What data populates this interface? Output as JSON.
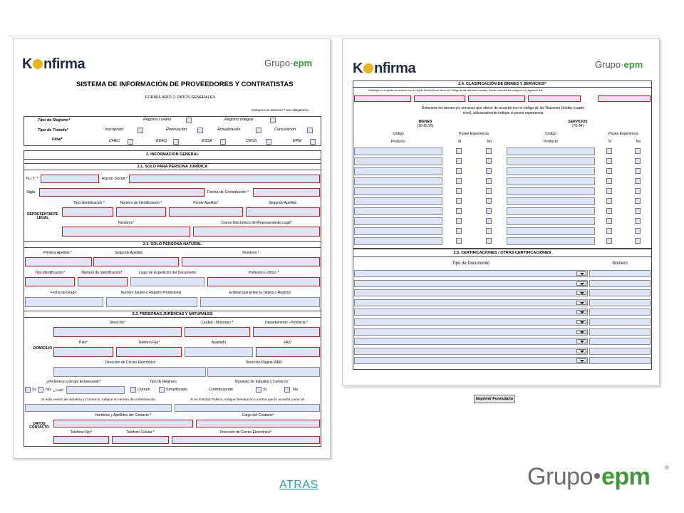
{
  "form1": {
    "logo": "Konfirma",
    "brand": "Grupo·epm",
    "title": "SISTEMA DE INFORMACIÓN DE PROVEEDORES Y CONTRATISTAS",
    "subtitle": "FORMULARIO 2: DATOS GENERALES",
    "note": "Campos con asterisco * son obligatorios",
    "tipo_registro": "Tipo de Registro*",
    "registro_liviano": "Registro Liviano",
    "registro_integral": "Registro Integral",
    "tipo_tramite": "Tipo de Trámite*",
    "inscripcion": "Inscripción",
    "renovacion": "Renovación",
    "actualizacion": "Actualización",
    "cancelacion": "Cancelación",
    "filial": "Filial*",
    "filiales": [
      "CHEC",
      "EDEQ",
      "ESSA",
      "CENS",
      "EPM"
    ],
    "sec2": "2. INFORMACION GENERAL",
    "sec21": "2.1. SOLO PARA PERSONA JURÍDICA",
    "nit": "N.I.T. *",
    "razon": "Razón Social *",
    "sigla": "Sigla",
    "fecha_const": "Fecha de Constitución *",
    "rep_legal": "REPRESENTANTE LEGAL",
    "tipo_id": "Tipo Identificación *",
    "num_id": "Número de Identificación *",
    "primer_ap": "Primer Apellido*",
    "segundo_ap": "Segundo Apellido",
    "nombres": "Nombres*",
    "correo_rep": "Correo Electrónico del Representante Legal*",
    "sec22": "2.2. SOLO PERSONA NATURAL",
    "n_primer": "Primera Apellido *",
    "n_segundo": "Segundo Apellido",
    "n_nombres": "Nombres *",
    "n_tipo": "Tipo Identificación*",
    "n_num": "Número de Identificación*",
    "n_lugar": "Lugar de Expedición del Documento",
    "n_prof": "Profesión u Oficio *",
    "n_fecha": "Fecha de Grado",
    "n_tarjeta": "Número Tarjeta o Registro Profesional",
    "n_entidad": "Entidad que Emite la Tarjeta o Registro",
    "sec23": "2.3. PERSONAS JURÍDICAS Y NATURALES",
    "domicilio": "DOMICILIO",
    "direccion": "Dirección*",
    "ciudad": "Ciudad - Municipio *",
    "depto": "Departamento - Provincia *",
    "pais": "País*",
    "telefono": "Teléfono Fijo*",
    "apartado": "Apartado",
    "fax": "FAX*",
    "correo": "Dirección de Correo Electrónico",
    "web": "Dirección Página WEB",
    "grupo_emp": "¿Pertenece a Grupo Empresarial?",
    "si": "Si",
    "no": "No",
    "cual": "¿Cuál?",
    "regimen": "Tipo de Régimen",
    "comun": "Común",
    "simplificado": "Simplificado",
    "ica": "Impuesto de Industria y Comercio",
    "contribuyente": "Contribuyente",
    "exento": "Si está exento de Industria y Comercio, indique el número de la Resolución",
    "entidad_pub": "Si es Entidad Pública, indique Resolución o norma que lo acredita como tal",
    "datos_contacto": "DATOS CONTACTO",
    "contacto_nombre": "Nombres y Apellidos del Contacto *",
    "contacto_cargo": "Cargo del Contacto*",
    "contacto_tel": "Teléfono Fijo*",
    "contacto_cel": "Teléfono Celular *",
    "contacto_correo": "Dirección de Correo Electrónico*"
  },
  "form2": {
    "logo": "Konfirma",
    "brand": "Grupo·epm",
    "sec24": "2.4. CLASIFICACIÓN DE BIENES Y SERVICIOS*",
    "instr": "Clasifique su empresa de acuerdo con el Objeto Social (Tercer Nivel del Código de las Naciones Unidas). Puede consultar los códigos en el siguiente link:",
    "relacione": "Relacione los bienes y/o servicios que ofrece de acuerdo con el código de las Naciones Unidas (cuarto nivel), adicionalmente indique si posee experiencia",
    "bienes": "BIENES",
    "bienes_range": "(10-65,95)",
    "servicios": "SERVICIOS",
    "servicios_range": "(70-94)",
    "codigo": "Código",
    "producto": "Producto",
    "posee": "Posee Experiencia",
    "si": "SI",
    "no": "No",
    "sec25": "2.5. CERTIFICACIONES / OTRAS CERTIFICACIONES",
    "tipo_doc": "Tipo de Documento",
    "numero": "Número",
    "print_button": "Imprimir Formulario"
  },
  "footer": {
    "atras": "ATRAS",
    "brand_grupo": "Grupo",
    "brand_epm": "epm",
    "registered": "®"
  }
}
